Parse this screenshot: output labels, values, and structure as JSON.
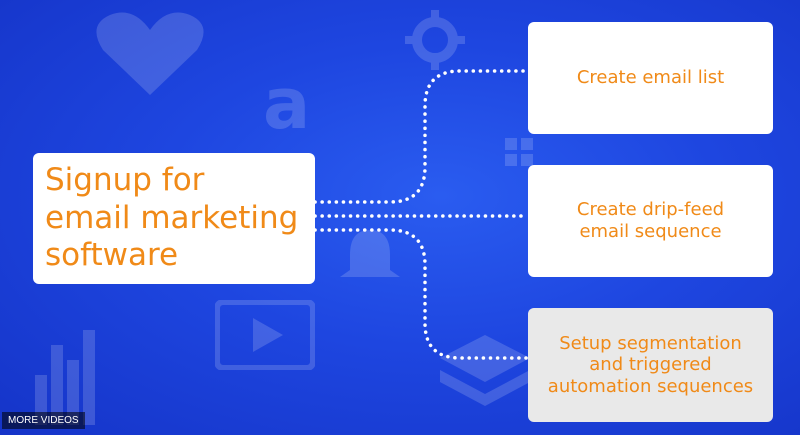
{
  "diagram": {
    "main_node": {
      "lines": [
        "Signup for",
        "email marketing",
        "software"
      ]
    },
    "steps": [
      {
        "lines": [
          "Create email list"
        ]
      },
      {
        "lines": [
          "Create drip-feed",
          "email sequence"
        ]
      },
      {
        "lines": [
          "Setup segmentation",
          "and triggered",
          "automation sequences"
        ]
      }
    ]
  },
  "colors": {
    "background": "#1e46e0",
    "box": "#ffffff",
    "box_highlighted": "#e9e9e9",
    "text_accent": "#f08a18",
    "connector": "#ffffff"
  },
  "background_icons": [
    "heart-icon",
    "gear-icon",
    "amazon-logo-icon",
    "bell-icon",
    "video-play-icon",
    "bar-chart-icon",
    "grid-icon",
    "cloud-icon"
  ],
  "overlay": {
    "more_videos_label": "MORE VIDEOS"
  }
}
